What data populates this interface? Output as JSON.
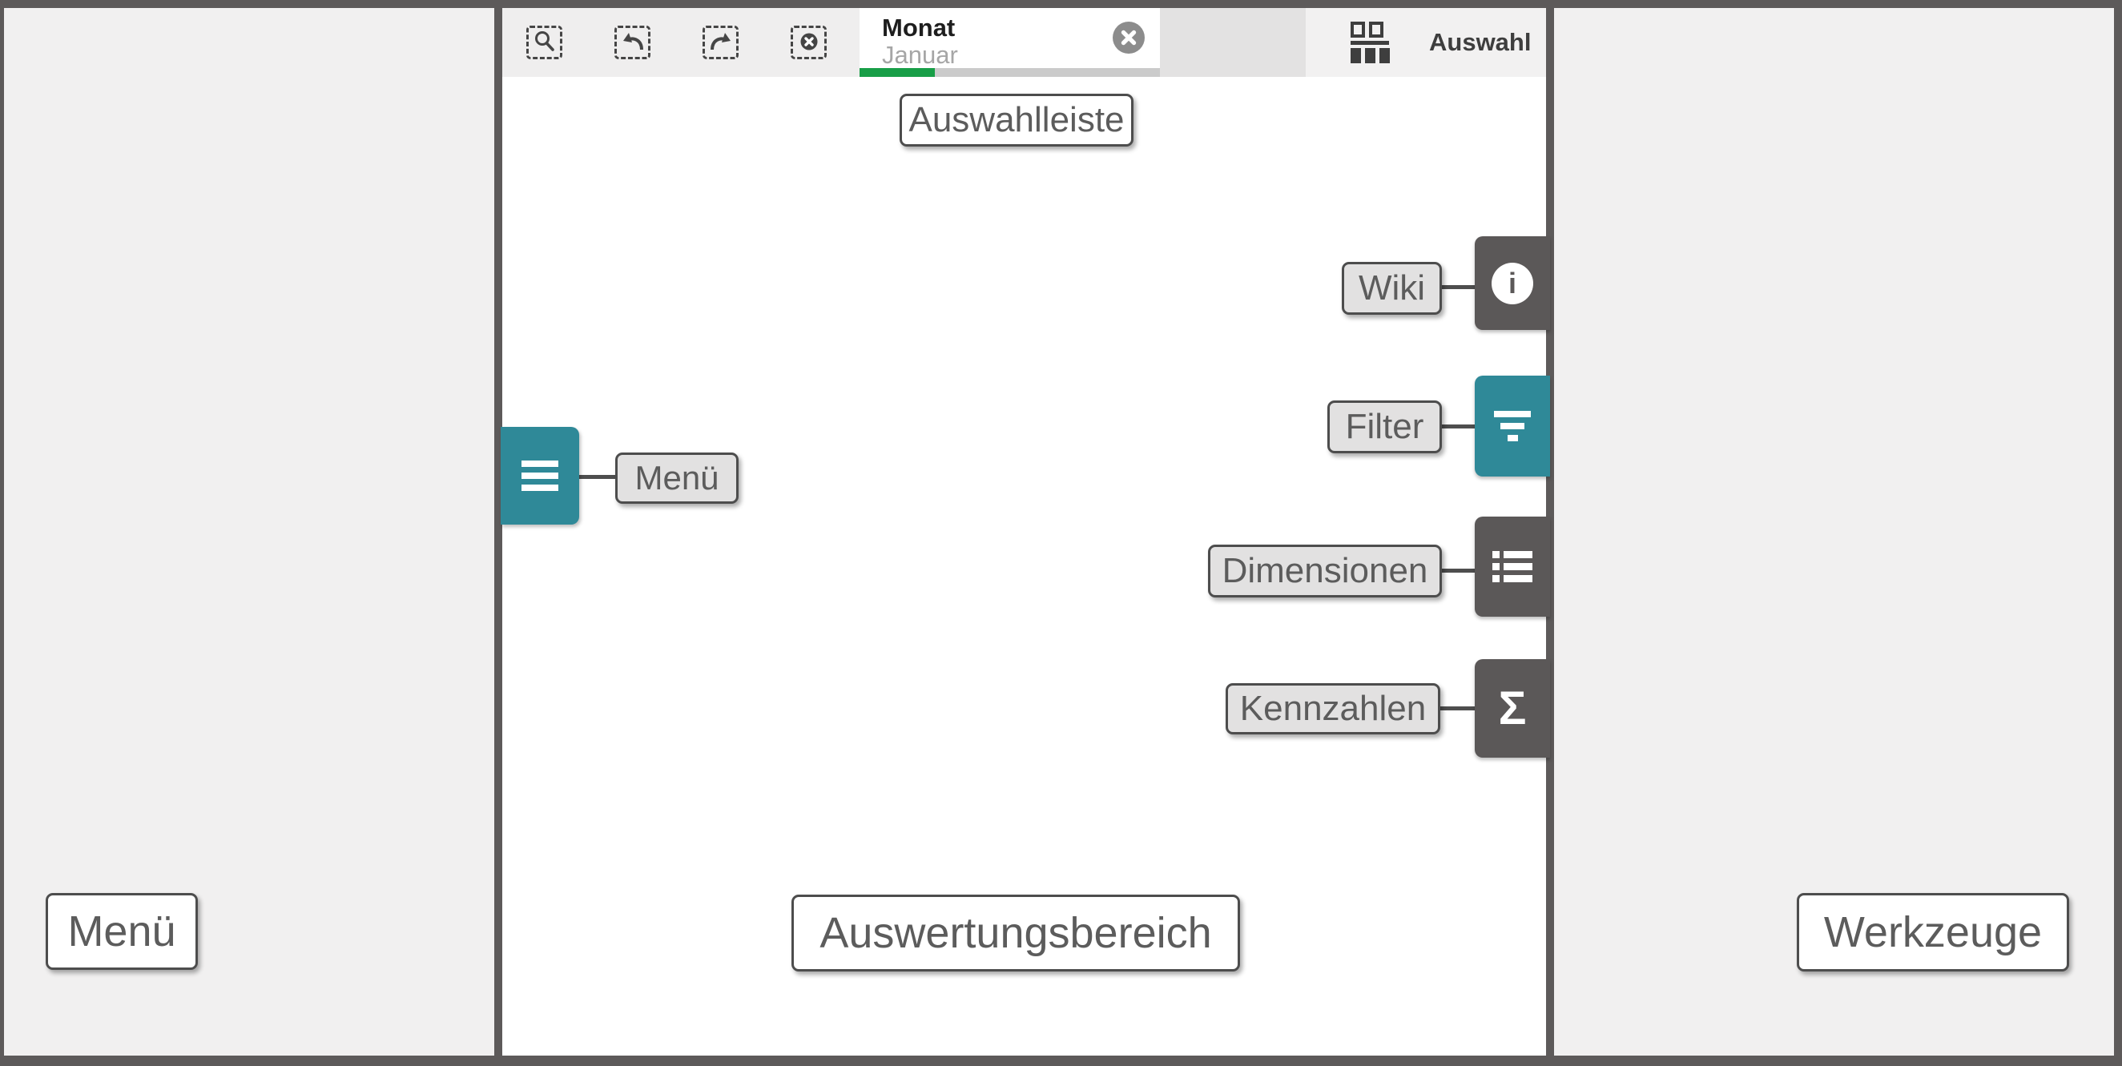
{
  "toolbar": {
    "icon_names": [
      "zoom-in-selection",
      "undo-selection",
      "redo-selection",
      "clear-selection"
    ],
    "filter_chip": {
      "title": "Monat",
      "value": "Januar",
      "progress_style": "width:25%"
    },
    "selection_button_label": "Auswahl"
  },
  "callouts": {
    "selection_bar": "Auswahlleiste",
    "menu_button": "Menü",
    "wiki": "Wiki",
    "filter": "Filter",
    "dimensions": "Dimensionen",
    "measures": "Kennzahlen"
  },
  "panel_labels": {
    "left": "Menü",
    "center": "Auswertungsbereich",
    "right": "Werkzeuge"
  },
  "icons": {
    "info_glyph": "i",
    "sigma_glyph": "Σ"
  },
  "colors": {
    "accent_teal": "#2f8998",
    "dark_gray": "#5b5858",
    "progress_green": "#189e47",
    "frame": "#5d5a5a"
  }
}
